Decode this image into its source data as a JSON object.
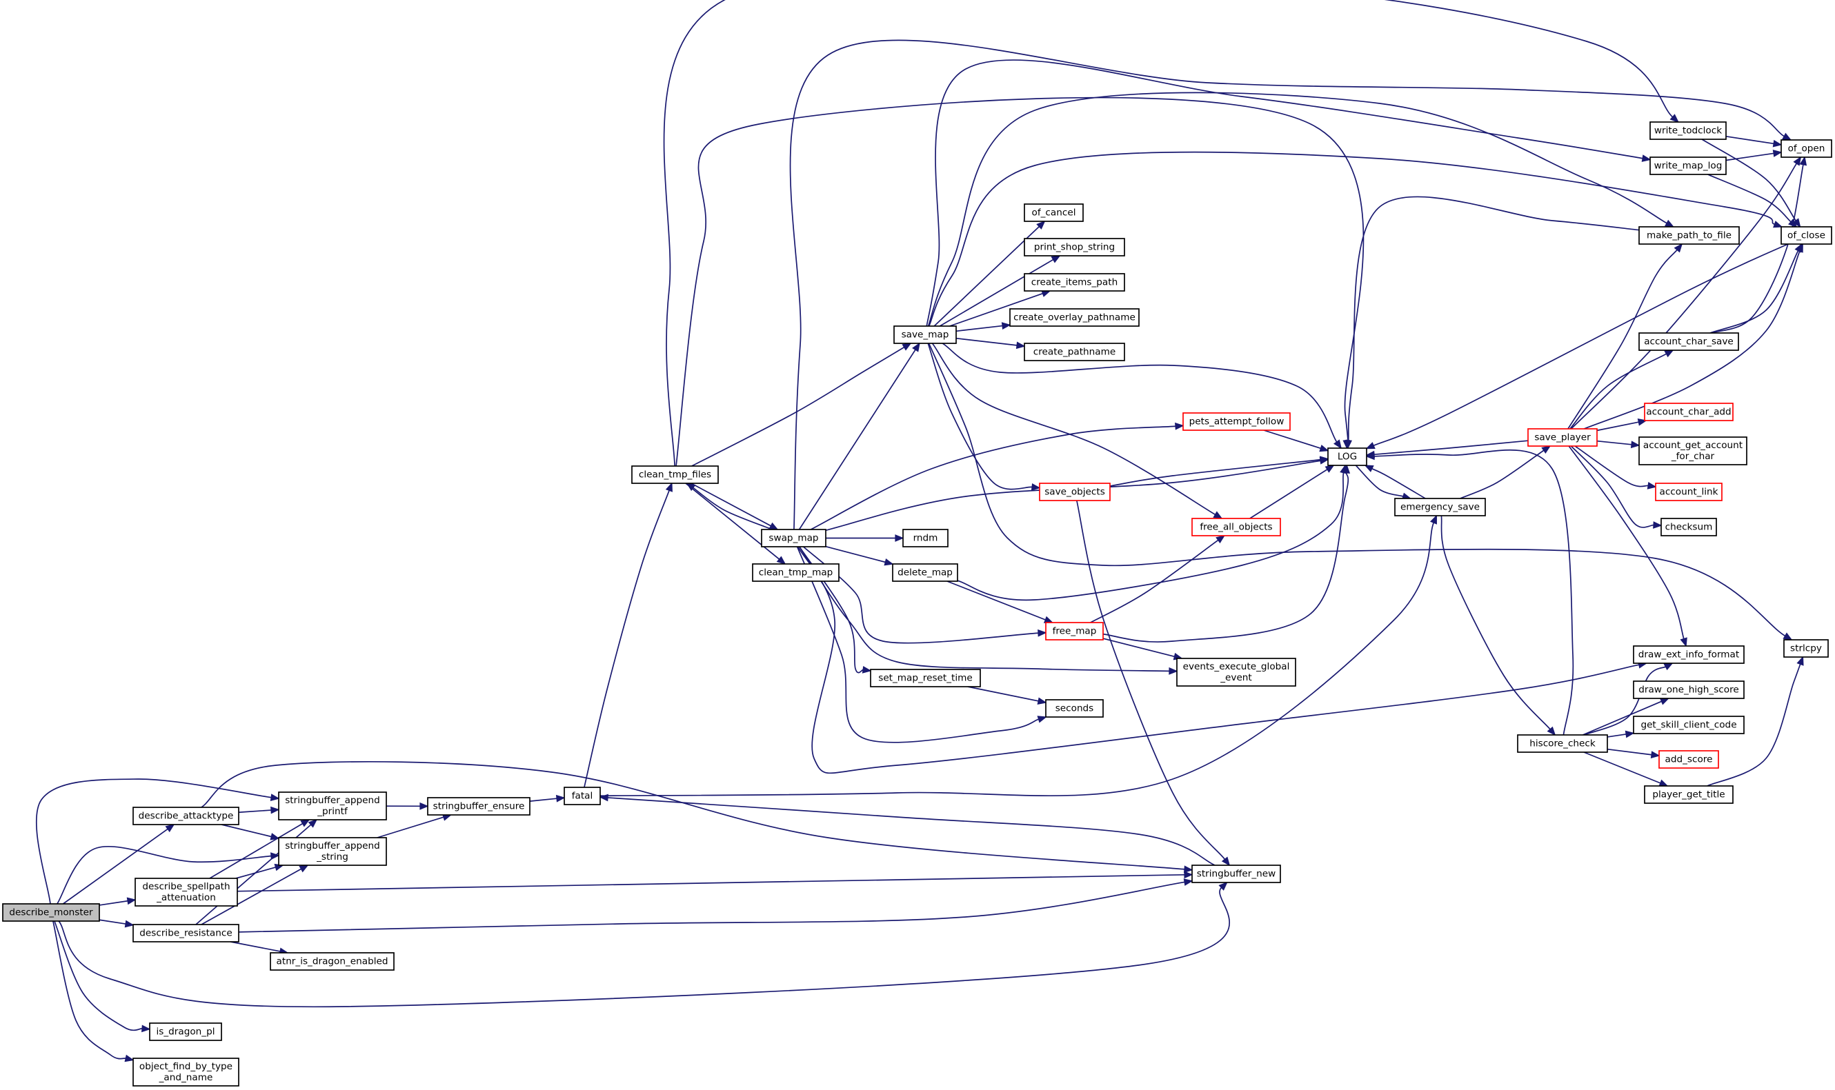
{
  "colors": {
    "edge": "#191970",
    "node_border": "#000000",
    "node_border_truncated": "#ff0000",
    "root_fill": "#bfbfbf",
    "node_fill": "#ffffff"
  },
  "nodes": {
    "describe_monster": {
      "lines": [
        "describe_monster"
      ],
      "root": true
    },
    "describe_attacktype": {
      "lines": [
        "describe_attacktype"
      ]
    },
    "describe_spellpath_attenuation": {
      "lines": [
        "describe_spellpath",
        "_attenuation"
      ]
    },
    "describe_resistance": {
      "lines": [
        "describe_resistance"
      ]
    },
    "is_dragon_pl": {
      "lines": [
        "is_dragon_pl"
      ]
    },
    "object_find_by_type_and_name": {
      "lines": [
        "object_find_by_type",
        "_and_name"
      ]
    },
    "stringbuffer_append_printf": {
      "lines": [
        "stringbuffer_append",
        "_printf"
      ]
    },
    "stringbuffer_append_string": {
      "lines": [
        "stringbuffer_append",
        "_string"
      ]
    },
    "atnr_is_dragon_enabled": {
      "lines": [
        "atnr_is_dragon_enabled"
      ]
    },
    "stringbuffer_ensure": {
      "lines": [
        "stringbuffer_ensure"
      ]
    },
    "fatal": {
      "lines": [
        "fatal"
      ]
    },
    "clean_tmp_files": {
      "lines": [
        "clean_tmp_files"
      ]
    },
    "swap_map": {
      "lines": [
        "swap_map"
      ]
    },
    "clean_tmp_map": {
      "lines": [
        "clean_tmp_map"
      ]
    },
    "save_map": {
      "lines": [
        "save_map"
      ]
    },
    "rndm": {
      "lines": [
        "rndm"
      ]
    },
    "delete_map": {
      "lines": [
        "delete_map"
      ]
    },
    "free_map": {
      "lines": [
        "free_map"
      ],
      "truncated": true
    },
    "set_map_reset_time": {
      "lines": [
        "set_map_reset_time"
      ]
    },
    "seconds": {
      "lines": [
        "seconds"
      ]
    },
    "events_execute_global_event": {
      "lines": [
        "events_execute_global",
        "_event"
      ]
    },
    "of_cancel": {
      "lines": [
        "of_cancel"
      ]
    },
    "print_shop_string": {
      "lines": [
        "print_shop_string"
      ]
    },
    "create_items_path": {
      "lines": [
        "create_items_path"
      ]
    },
    "create_overlay_pathname": {
      "lines": [
        "create_overlay_pathname"
      ]
    },
    "create_pathname": {
      "lines": [
        "create_pathname"
      ]
    },
    "pets_attempt_follow": {
      "lines": [
        "pets_attempt_follow"
      ],
      "truncated": true
    },
    "save_objects": {
      "lines": [
        "save_objects"
      ],
      "truncated": true
    },
    "free_all_objects": {
      "lines": [
        "free_all_objects"
      ],
      "truncated": true
    },
    "stringbuffer_new": {
      "lines": [
        "stringbuffer_new"
      ]
    },
    "LOG": {
      "lines": [
        "LOG"
      ]
    },
    "emergency_save": {
      "lines": [
        "emergency_save"
      ]
    },
    "write_todclock": {
      "lines": [
        "write_todclock"
      ]
    },
    "write_map_log": {
      "lines": [
        "write_map_log"
      ]
    },
    "make_path_to_file": {
      "lines": [
        "make_path_to_file"
      ]
    },
    "of_open": {
      "lines": [
        "of_open"
      ]
    },
    "of_close": {
      "lines": [
        "of_close"
      ]
    },
    "save_player": {
      "lines": [
        "save_player"
      ],
      "truncated": true
    },
    "account_char_save": {
      "lines": [
        "account_char_save"
      ]
    },
    "account_char_add": {
      "lines": [
        "account_char_add"
      ],
      "truncated": true
    },
    "account_get_account_for_char": {
      "lines": [
        "account_get_account",
        "_for_char"
      ]
    },
    "account_link": {
      "lines": [
        "account_link"
      ],
      "truncated": true
    },
    "checksum": {
      "lines": [
        "checksum"
      ]
    },
    "hiscore_check": {
      "lines": [
        "hiscore_check"
      ]
    },
    "draw_ext_info_format": {
      "lines": [
        "draw_ext_info_format"
      ]
    },
    "draw_one_high_score": {
      "lines": [
        "draw_one_high_score"
      ]
    },
    "get_skill_client_code": {
      "lines": [
        "get_skill_client_code"
      ]
    },
    "add_score": {
      "lines": [
        "add_score"
      ],
      "truncated": true
    },
    "player_get_title": {
      "lines": [
        "player_get_title"
      ]
    },
    "strlcpy": {
      "lines": [
        "strlcpy"
      ]
    }
  },
  "edges": [
    [
      "describe_monster",
      "describe_attacktype"
    ],
    [
      "describe_monster",
      "stringbuffer_append_printf"
    ],
    [
      "describe_monster",
      "stringbuffer_append_string"
    ],
    [
      "describe_monster",
      "describe_spellpath_attenuation"
    ],
    [
      "describe_monster",
      "describe_resistance"
    ],
    [
      "describe_monster",
      "stringbuffer_new"
    ],
    [
      "describe_monster",
      "is_dragon_pl"
    ],
    [
      "describe_monster",
      "object_find_by_type_and_name"
    ],
    [
      "describe_attacktype",
      "stringbuffer_append_printf"
    ],
    [
      "describe_attacktype",
      "stringbuffer_append_string"
    ],
    [
      "describe_attacktype",
      "stringbuffer_new"
    ],
    [
      "describe_spellpath_attenuation",
      "stringbuffer_append_printf"
    ],
    [
      "describe_spellpath_attenuation",
      "stringbuffer_append_string"
    ],
    [
      "describe_spellpath_attenuation",
      "stringbuffer_new"
    ],
    [
      "describe_resistance",
      "stringbuffer_append_printf"
    ],
    [
      "describe_resistance",
      "stringbuffer_append_string"
    ],
    [
      "describe_resistance",
      "atnr_is_dragon_enabled"
    ],
    [
      "describe_resistance",
      "stringbuffer_new"
    ],
    [
      "stringbuffer_append_printf",
      "stringbuffer_ensure"
    ],
    [
      "stringbuffer_append_string",
      "stringbuffer_ensure"
    ],
    [
      "stringbuffer_ensure",
      "fatal"
    ],
    [
      "stringbuffer_new",
      "fatal"
    ],
    [
      "fatal",
      "clean_tmp_files"
    ],
    [
      "fatal",
      "emergency_save"
    ],
    [
      "clean_tmp_files",
      "swap_map"
    ],
    [
      "clean_tmp_files",
      "clean_tmp_map"
    ],
    [
      "clean_tmp_files",
      "save_map"
    ],
    [
      "clean_tmp_files",
      "write_todclock"
    ],
    [
      "clean_tmp_files",
      "LOG"
    ],
    [
      "swap_map",
      "clean_tmp_files"
    ],
    [
      "swap_map",
      "save_map"
    ],
    [
      "swap_map",
      "rndm"
    ],
    [
      "swap_map",
      "delete_map"
    ],
    [
      "swap_map",
      "free_map"
    ],
    [
      "swap_map",
      "set_map_reset_time"
    ],
    [
      "swap_map",
      "seconds"
    ],
    [
      "swap_map",
      "events_execute_global_event"
    ],
    [
      "swap_map",
      "draw_ext_info_format"
    ],
    [
      "swap_map",
      "pets_attempt_follow"
    ],
    [
      "swap_map",
      "LOG"
    ],
    [
      "swap_map",
      "of_open"
    ],
    [
      "save_map",
      "of_cancel"
    ],
    [
      "save_map",
      "print_shop_string"
    ],
    [
      "save_map",
      "create_items_path"
    ],
    [
      "save_map",
      "create_overlay_pathname"
    ],
    [
      "save_map",
      "create_pathname"
    ],
    [
      "save_map",
      "save_objects"
    ],
    [
      "save_map",
      "free_all_objects"
    ],
    [
      "save_map",
      "LOG"
    ],
    [
      "save_map",
      "strlcpy"
    ],
    [
      "save_map",
      "write_map_log"
    ],
    [
      "save_map",
      "make_path_to_file"
    ],
    [
      "save_map",
      "of_close"
    ],
    [
      "delete_map",
      "free_map"
    ],
    [
      "delete_map",
      "LOG"
    ],
    [
      "free_map",
      "free_all_objects"
    ],
    [
      "free_map",
      "events_execute_global_event"
    ],
    [
      "free_map",
      "LOG"
    ],
    [
      "set_map_reset_time",
      "seconds"
    ],
    [
      "pets_attempt_follow",
      "LOG"
    ],
    [
      "save_objects",
      "LOG"
    ],
    [
      "save_objects",
      "stringbuffer_new"
    ],
    [
      "free_all_objects",
      "LOG"
    ],
    [
      "LOG",
      "emergency_save"
    ],
    [
      "emergency_save",
      "LOG"
    ],
    [
      "emergency_save",
      "save_player"
    ],
    [
      "emergency_save",
      "hiscore_check"
    ],
    [
      "write_todclock",
      "of_open"
    ],
    [
      "write_todclock",
      "of_close"
    ],
    [
      "write_map_log",
      "of_open"
    ],
    [
      "write_map_log",
      "of_close"
    ],
    [
      "make_path_to_file",
      "LOG"
    ],
    [
      "of_close",
      "LOG"
    ],
    [
      "save_player",
      "LOG"
    ],
    [
      "save_player",
      "make_path_to_file"
    ],
    [
      "save_player",
      "of_open"
    ],
    [
      "save_player",
      "of_close"
    ],
    [
      "save_player",
      "account_char_save"
    ],
    [
      "save_player",
      "account_char_add"
    ],
    [
      "save_player",
      "account_get_account_for_char"
    ],
    [
      "save_player",
      "account_link"
    ],
    [
      "save_player",
      "checksum"
    ],
    [
      "save_player",
      "draw_ext_info_format"
    ],
    [
      "account_char_save",
      "of_open"
    ],
    [
      "account_char_save",
      "of_close"
    ],
    [
      "hiscore_check",
      "LOG"
    ],
    [
      "hiscore_check",
      "draw_ext_info_format"
    ],
    [
      "hiscore_check",
      "draw_one_high_score"
    ],
    [
      "hiscore_check",
      "get_skill_client_code"
    ],
    [
      "hiscore_check",
      "add_score"
    ],
    [
      "hiscore_check",
      "player_get_title"
    ],
    [
      "player_get_title",
      "strlcpy"
    ]
  ]
}
